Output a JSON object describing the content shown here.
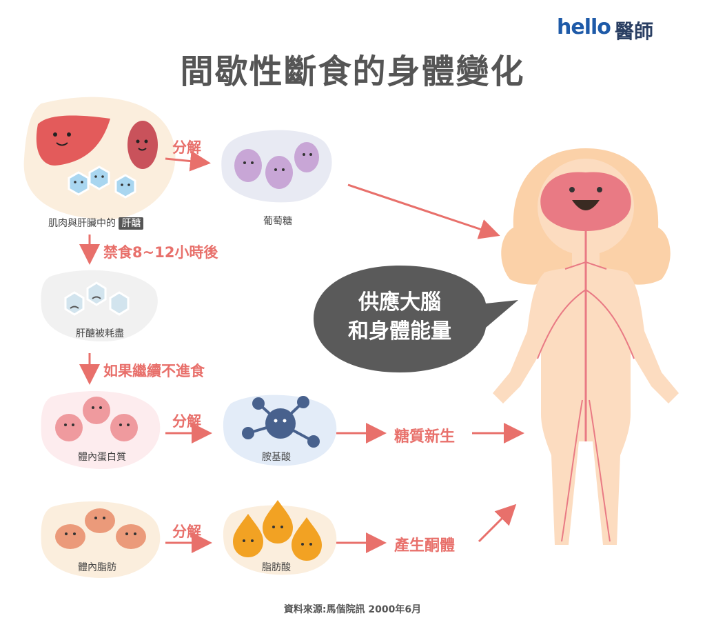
{
  "brand": {
    "hello": "hello",
    "ys": "醫師"
  },
  "title": "間歇性斷食的身體變化",
  "nodes": {
    "glycogen_source": {
      "label_prefix": "肌肉與肝臟中的",
      "label_tag": "肝醣"
    },
    "glucose": {
      "label": "葡萄糖"
    },
    "glycogen_depleted": {
      "label": "肝醣被耗盡"
    },
    "protein": {
      "label": "體內蛋白質"
    },
    "amino_acid": {
      "label": "胺基酸"
    },
    "fat": {
      "label": "體內脂肪"
    },
    "fatty_acid": {
      "label": "脂肪酸"
    }
  },
  "arrows": {
    "breakdown_1": "分解",
    "breakdown_2": "分解",
    "breakdown_3": "分解",
    "fasting": "禁食8~12小時後",
    "continue": "如果繼續不進食"
  },
  "processes": {
    "gluconeogenesis": "糖質新生",
    "ketone": "產生酮體"
  },
  "speech": {
    "line1": "供應大腦",
    "line2": "和身體能量"
  },
  "source": "資料來源:馬偕院訊 2000年6月",
  "colors": {
    "accent": "#e8706b",
    "bubble": "#5a5a5a"
  }
}
